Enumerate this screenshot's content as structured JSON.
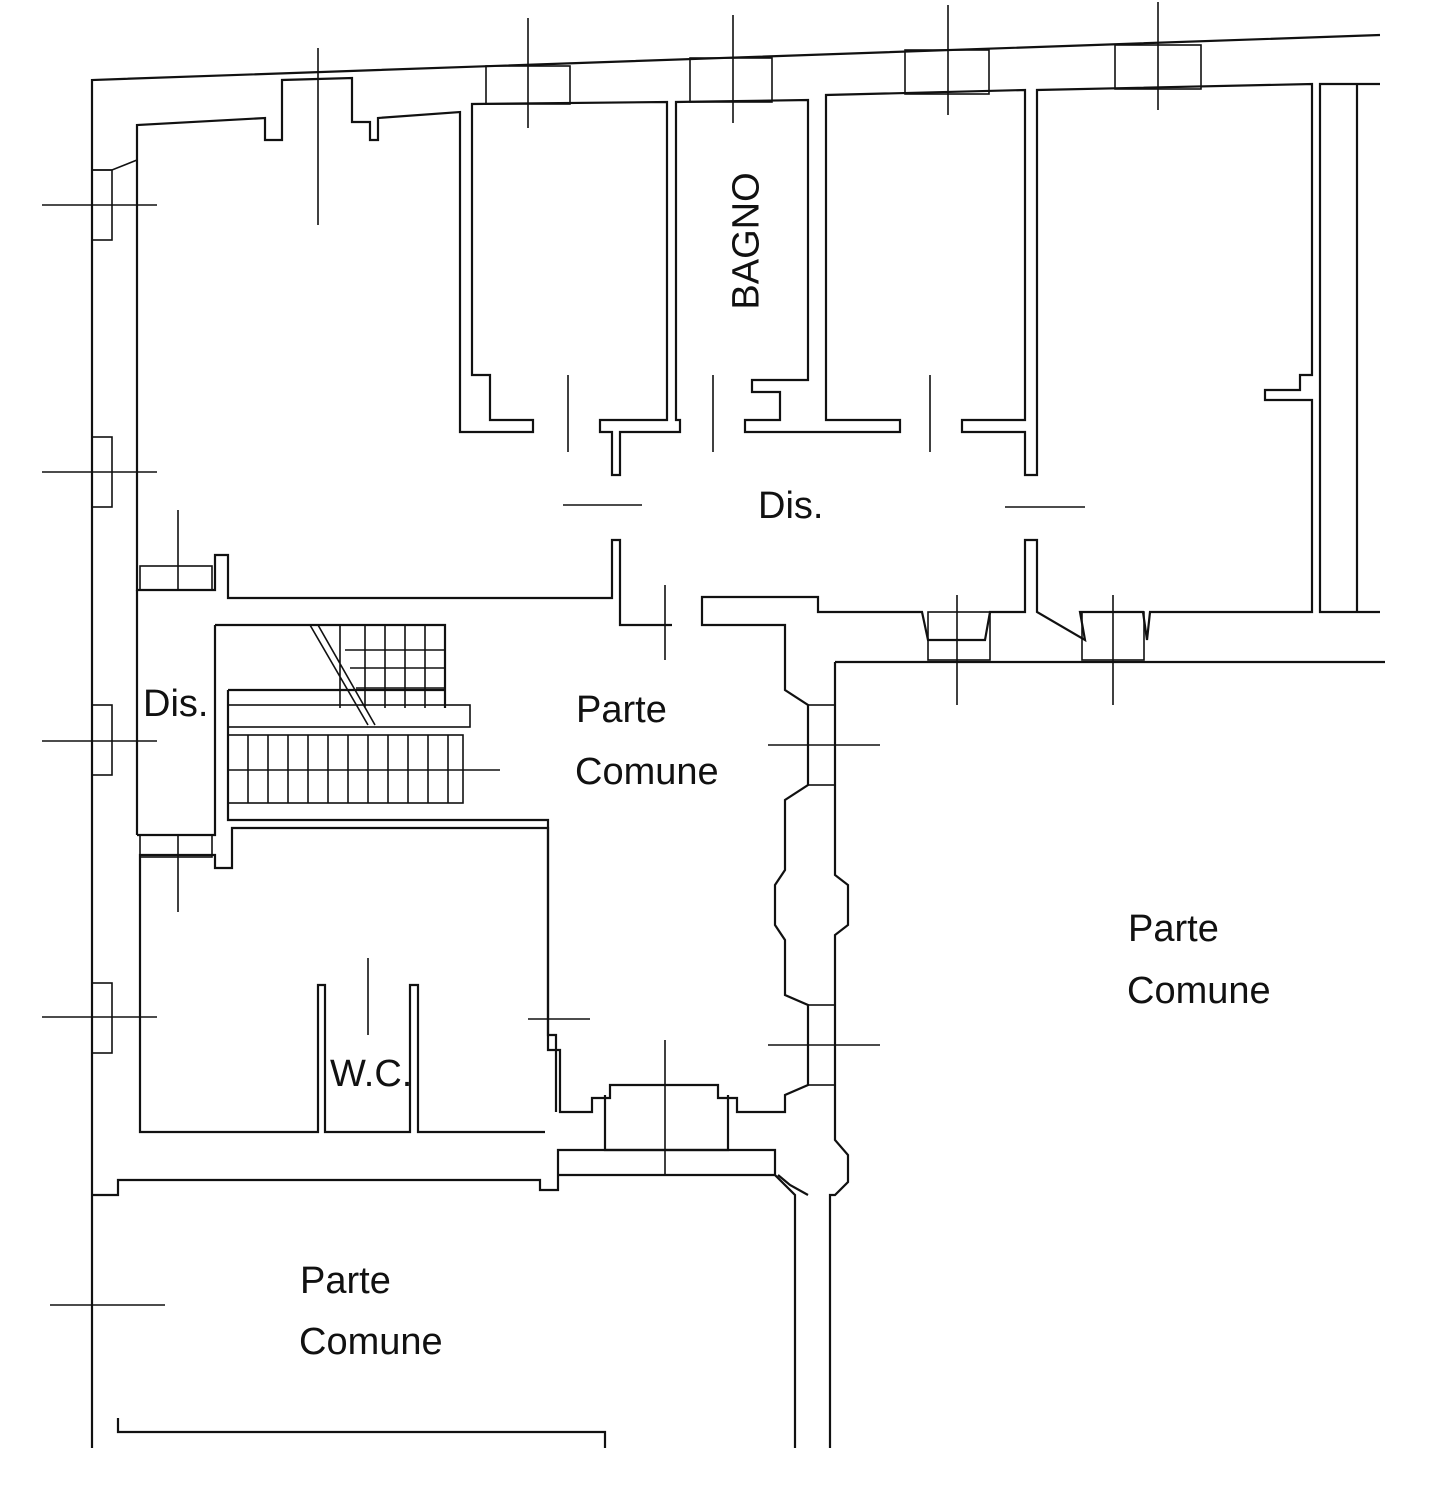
{
  "plan": {
    "rooms": {
      "bagno": "BAGNO",
      "dis_upper": "Dis.",
      "dis_left": "Dis.",
      "wc": "W.C.",
      "parte_comune_center_1": "Parte",
      "parte_comune_center_2": "Comune",
      "parte_comune_right_1": "Parte",
      "parte_comune_right_2": "Comune",
      "parte_comune_bottom_1": "Parte",
      "parte_comune_bottom_2": "Comune"
    }
  }
}
